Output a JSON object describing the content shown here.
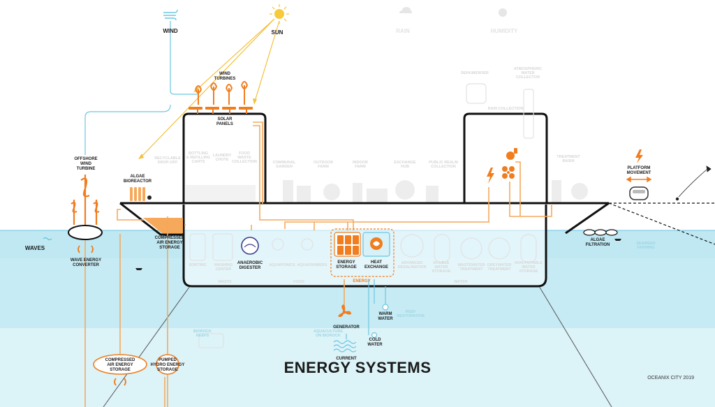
{
  "title": "ENERGY SYSTEMS",
  "credit": "OCEANIX CITY  2019",
  "sources": {
    "wind": "WIND",
    "sun": "SUN",
    "rain": "RAIN",
    "humidity": "HUMIDITY"
  },
  "energy_labels": {
    "wind_turbines": [
      "WIND",
      "TURBINES"
    ],
    "solar_panels": [
      "SOLAR",
      "PANELS"
    ],
    "offshore_wind_turbine": [
      "OFFSHORE",
      "WIND",
      "TURBINE"
    ],
    "waves": "WAVES",
    "wave_energy_converter": [
      "WAVE ENERGY",
      "CONVERTER"
    ],
    "algae_bioreactor": [
      "ALGAE",
      "BIOREACTOR"
    ],
    "compressed_air_energy_storage": [
      "COMPRESSED",
      "AIR ENERGY",
      "STORAGE"
    ],
    "anaerobic_digester": [
      "ANAEROBIC",
      "DIGESTER"
    ],
    "energy_storage": [
      "ENERGY",
      "STORAGE"
    ],
    "heat_exchange": [
      "HEAT",
      "EXCHANGE"
    ],
    "energy_group": "ENERGY",
    "generator": "GENERATOR",
    "current": "CURRENT",
    "warm_water": [
      "WARM",
      "WATER"
    ],
    "cold_water": [
      "COLD",
      "WATER"
    ],
    "compressed_air_storage_tank": [
      "COMPRESSED",
      "AIR ENERGY",
      "STORAGE"
    ],
    "pumped_hydro_energy_storage": [
      "PUMPED",
      "HYDRO ENERGY",
      "STORAGE"
    ],
    "algae_filtration": [
      "ALGAE",
      "FILTRATION"
    ],
    "platform_movement": [
      "PLATFORM",
      "MOVEMENT"
    ]
  },
  "faint_labels": {
    "dehumidifier": "DEHUMIDIFIER",
    "atmospheric_water_collector": [
      "ATMOSPHERIC",
      "WATER",
      "COLLECTOR"
    ],
    "rain_collection": "RAIN COLLECTION",
    "recyclable_drop_off": [
      "RECYCLABLE",
      "DROP-OFF"
    ],
    "bottling_refilling_carts": [
      "BOTTLING",
      "& REFILLING",
      "CARTS"
    ],
    "laundry_chute": [
      "LAUNDRY",
      "CHUTE"
    ],
    "food_waste_collection": [
      "FOOD",
      "WASTE",
      "COLLECTION"
    ],
    "communal_garden": [
      "COMMUNAL",
      "GARDEN"
    ],
    "outdoor_farm": [
      "OUTDOOR",
      "FARM"
    ],
    "indoor_farm": [
      "INDOOR",
      "FARM"
    ],
    "exchange_hub": [
      "EXCHANGE",
      "HUB"
    ],
    "public_realm_collection": [
      "PUBLIC REALM",
      "COLLECTION"
    ],
    "treatment_basin": [
      "TREATMENT",
      "BASIN"
    ],
    "sorting": "SORTING",
    "washing_center": [
      "WASHING",
      "CENTER"
    ],
    "aquaponics": "AQUAPONICS",
    "aquafarmers": "AQUAFARMERS",
    "advanced_desalination": [
      "ADVANCED",
      "DESALINATION"
    ],
    "double_water_storage": [
      "DOUBLE",
      "WATER",
      "STORAGE"
    ],
    "wastewater_treatment": [
      "WASTEWATER",
      "TREATMENT"
    ],
    "greywater_treatment": [
      "GREYWATER",
      "TREATMENT"
    ],
    "non_potable_water_storage": [
      "NON-POTABLE",
      "WATER",
      "STORAGE"
    ],
    "waste": "WASTE",
    "food": "FOOD",
    "water": "WATER",
    "reef_restoration": [
      "REEF",
      "RESTORATION"
    ],
    "biorock": [
      "BIOROCK",
      "REEFS"
    ],
    "seaweed": [
      "SEAWEED",
      "FARMING"
    ],
    "aquaculture": [
      "AQUACULTURE",
      "ON BIOROCK"
    ]
  },
  "colors": {
    "orange": "#f07d1e",
    "sea": "#c6ebf4",
    "sea_line": "#6cc6e0",
    "outline": "#111111",
    "faint": "#e4e4e4"
  },
  "icons": [
    "sun-icon",
    "wind-icon",
    "rain-icon",
    "humidity-icon",
    "wind-turbine-icon",
    "solar-panel-icon",
    "fan-icon",
    "lightning-icon",
    "battery-icon",
    "thermometer-icon",
    "wave-icon",
    "boat-icon",
    "kite-icon",
    "car-icon"
  ]
}
